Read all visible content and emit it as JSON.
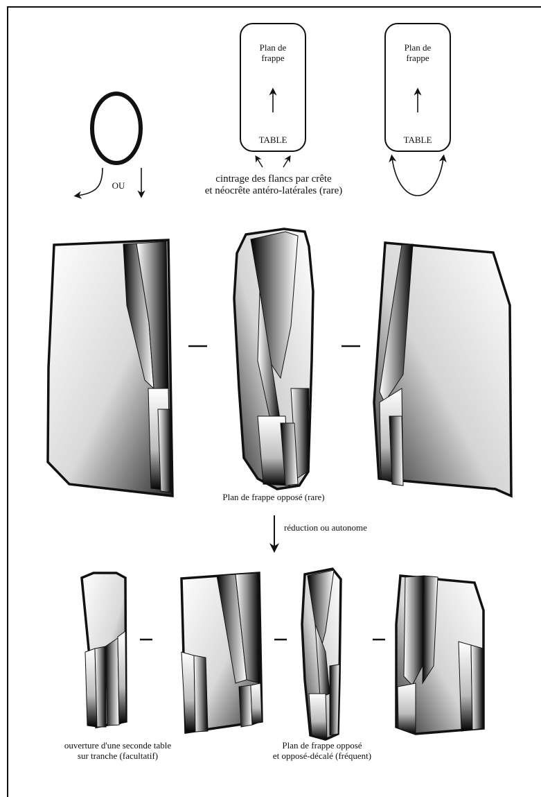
{
  "schemes": {
    "scheme1": {
      "title": "Plan de\nfrappe",
      "table": "TABLE"
    },
    "scheme2": {
      "title": "Plan de\nfrappe",
      "table": "TABLE"
    },
    "or_label": "OU",
    "cintrage_caption": "cintrage des flancs par crête\net néocrête antéro-latérales (rare)"
  },
  "top_row": {
    "caption": "Plan de frappe opposé (rare)"
  },
  "transition_label": "réduction ou autonome",
  "bottom_row": {
    "caption_left": "ouverture d'une seconde table\nsur tranche (facultatif)",
    "caption_right": "Plan de frappe opposé\net opposé-décalé (fréquent)"
  },
  "colors": {
    "ink": "#111111",
    "background": "#ffffff",
    "shade_dark": "#000000",
    "shade_light": "#ffffff"
  }
}
